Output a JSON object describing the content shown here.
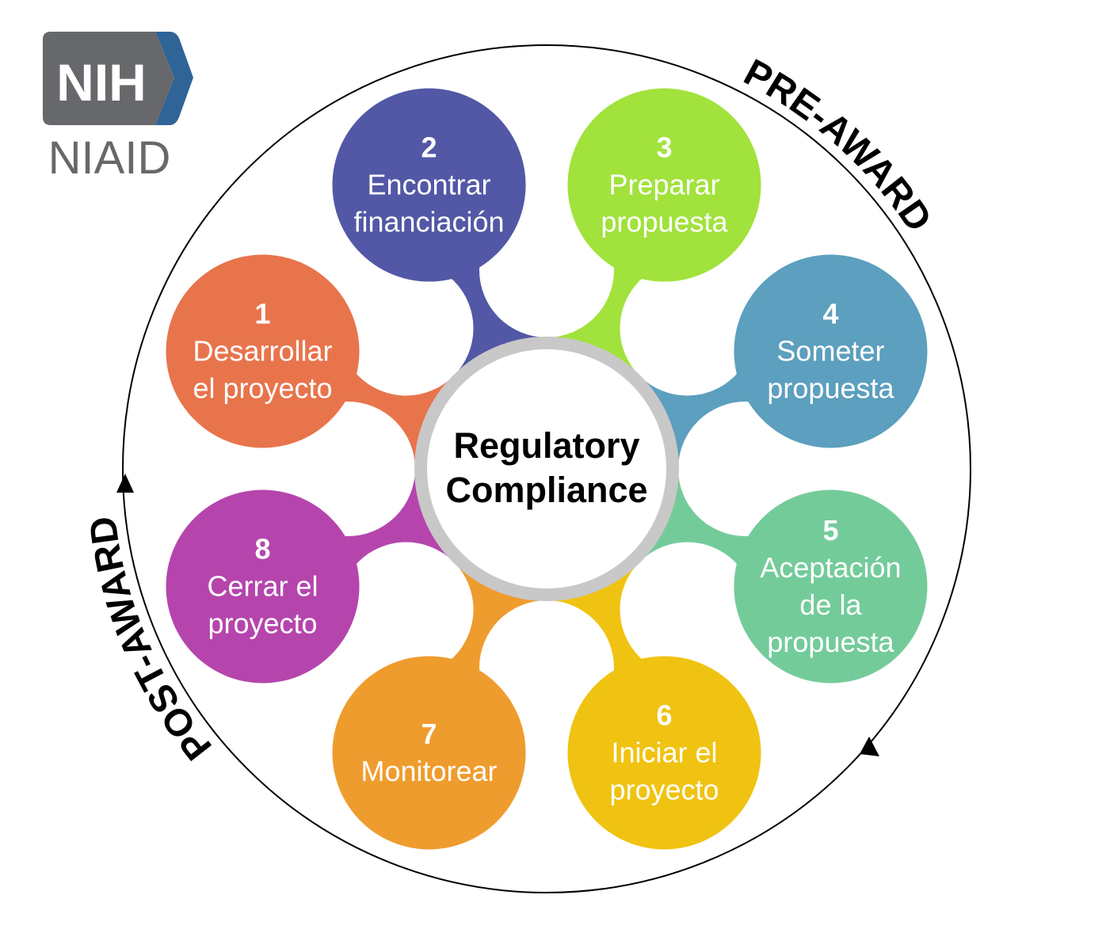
{
  "logo": {
    "top": "NIH",
    "bottom": "NIAID",
    "gray": "#67686B",
    "blue": "#2F6497"
  },
  "center": {
    "lines": [
      "Regulatory",
      "Compliance"
    ],
    "ring_color": "#C8C8C8"
  },
  "phases": {
    "pre": "PRE-AWARD",
    "post": "POST-AWARD"
  },
  "steps": [
    {
      "number": "1",
      "lines": [
        "Desarrollar",
        "el proyecto"
      ],
      "color": "#E8744C"
    },
    {
      "number": "2",
      "lines": [
        "Encontrar",
        "financiación"
      ],
      "color": "#5258A5"
    },
    {
      "number": "3",
      "lines": [
        "Preparar",
        "propuesta"
      ],
      "color": "#A1E23C"
    },
    {
      "number": "4",
      "lines": [
        "Someter",
        "propuesta"
      ],
      "color": "#5C9FBE"
    },
    {
      "number": "5",
      "lines": [
        "Aceptación",
        "de la",
        "propuesta"
      ],
      "color": "#74CB9A"
    },
    {
      "number": "6",
      "lines": [
        "Iniciar el",
        "proyecto"
      ],
      "color": "#F0C312"
    },
    {
      "number": "7",
      "lines": [
        "Monitorear"
      ],
      "color": "#EF9C2E"
    },
    {
      "number": "8",
      "lines": [
        "Cerrar el",
        "proyecto"
      ],
      "color": "#B545AD"
    }
  ]
}
